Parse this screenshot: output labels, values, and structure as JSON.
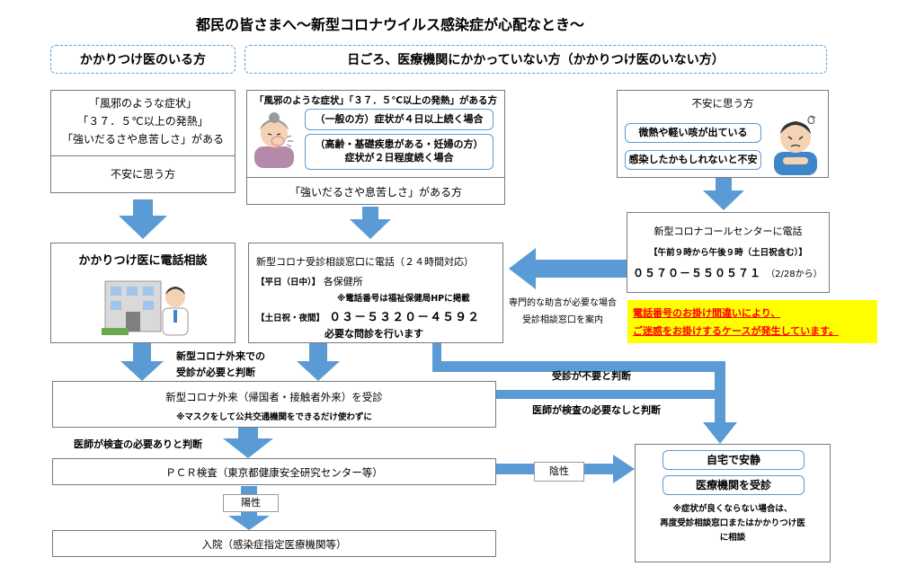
{
  "title": "都民の皆さまへ～新型コロナウイルス感染症が心配なとき～",
  "colors": {
    "arrow": "#5b9bd5",
    "box_border": "#7a7a7a",
    "notice_bg": "#ffff00",
    "notice_text": "#ff0000"
  },
  "headers": {
    "left": "かかりつけ医のいる方",
    "right": "日ごろ、医療機関にかかっていない方（かかりつけ医のいない方）"
  },
  "left_box": {
    "line1": "「風邪のような症状」",
    "line2": "「３７．５℃以上の発熱」",
    "line3": "「強いだるさや息苦しさ」がある",
    "bottom": "不安に思う方"
  },
  "middle_box": {
    "heading": "「風邪のような症状」「３７．５℃以上の発熱」がある方",
    "bubble1": "（一般の方）症状が４日以上続く場合",
    "bubble2_line1": "（高齢・基礎疾患がある・妊婦の方）",
    "bubble2_line2": "症状が２日程度続く場合",
    "bottom": "「強いだるさや息苦しさ」がある方",
    "illustration": "elderly-coughing-woman-icon"
  },
  "right_box": {
    "heading": "不安に思う方",
    "bubble1": "微熱や軽い咳が出ている",
    "bubble2": "感染したかもしれないと不安",
    "illustration": "worried-man-icon"
  },
  "family_doctor": {
    "label": "かかりつけ医に電話相談",
    "illustration": "clinic-and-doctor-icon"
  },
  "consult_center": {
    "title": "新型コロナ受診相談窓口に電話（２４時間対応）",
    "weekday_label": "【平日（日中）】",
    "weekday_value": "各保健所",
    "weekday_note": "※電話番号は福祉保健局HPに掲載",
    "holiday_label": "【土日祝・夜間】",
    "holiday_phone": "０３－５３２０－４５９２",
    "footer": "必要な問診を行います"
  },
  "call_center": {
    "title": "新型コロナコールセンターに電話",
    "hours": "【午前９時から午後９時（土日祝含む）】",
    "phone": "０５７０－５５０５７１",
    "phone_note": "（2/28から）"
  },
  "notice": {
    "line1": "電話番号のお掛け間違いにより、",
    "line2": "ご迷惑をお掛けするケースが発生しています。"
  },
  "guide_note": {
    "line1": "専門的な助言が必要な場合",
    "line2": "受診相談窓口を案内"
  },
  "labels": {
    "outpatient_needed_line1": "新型コロナ外来での",
    "outpatient_needed_line2": "受診が必要と判断",
    "no_visit_needed": "受診が不要と判断",
    "no_test_needed": "医師が検査の必要なしと判断",
    "test_needed": "医師が検査の必要ありと判断",
    "negative": "陰性",
    "positive": "陽性"
  },
  "outpatient": {
    "title": "新型コロナ外来（帰国者・接触者外来）を受診",
    "note": "※マスクをして公共交通機関をできるだけ使わずに"
  },
  "pcr": {
    "title": "ＰＣＲ検査（東京都健康安全研究センター等）"
  },
  "hospital": {
    "title": "入院（感染症指定医療機関等）"
  },
  "home_box": {
    "option1": "自宅で安静",
    "option2": "医療機関を受診",
    "note_line1": "※症状が良くならない場合は、",
    "note_line2": "再度受診相談窓口またはかかりつけ医",
    "note_line3": "に相談"
  }
}
